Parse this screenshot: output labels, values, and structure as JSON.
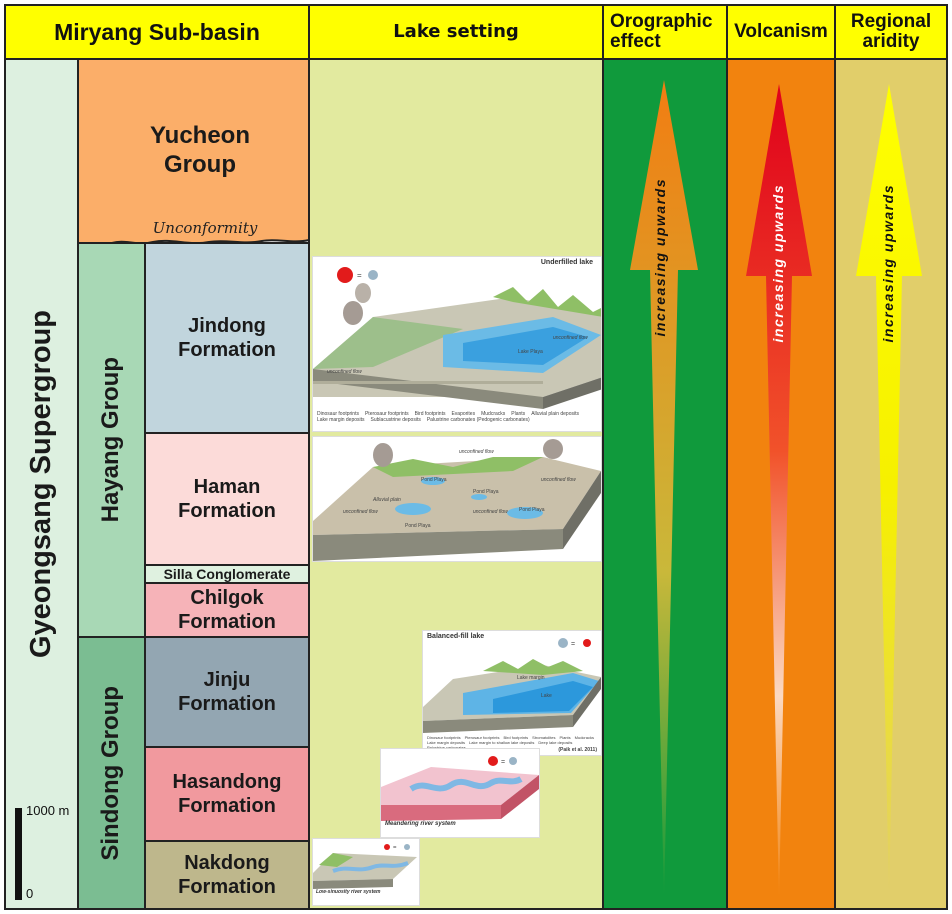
{
  "headers": {
    "basin": "Miryang Sub-basin",
    "lake": "Lake setting",
    "orographic": "Orographic effect",
    "volcanism": "Volcanism",
    "aridity": "Regional aridity"
  },
  "supergroup": "Gyeongsang Supergroup",
  "groups": {
    "yucheon": "Yucheon Group",
    "hayang": "Hayang Group",
    "sindong": "Sindong Group"
  },
  "unconformity": "Unconformity",
  "formations": {
    "jindong": "Jindong Formation",
    "haman": "Haman Formation",
    "silla": "Silla Conglomerate",
    "chilgok": "Chilgok Formation",
    "jinju": "Jinju Formation",
    "hasandong": "Hasandong Formation",
    "nakdong": "Nakdong Formation"
  },
  "scale": {
    "top": "1000 m",
    "bottom": "0"
  },
  "arrows": {
    "orographic": "increasing upwards",
    "volcanism": "increasing upwards",
    "aridity": "increasing upwards"
  },
  "panels": {
    "underfilled": {
      "title": "Underfilled lake",
      "labels": [
        "unconfined flow",
        "unconfined flow",
        "Lake Playa"
      ],
      "legend": [
        "Dinosaur footprints",
        "Pterosaur footprints",
        "Bird footprints",
        "Evaporites",
        "Mudcracks",
        "Plants",
        "Alluvial plain deposits",
        "Lake margin deposits",
        "Sublacustrine deposits",
        "Palustrine carbonates (Pedogenic carbonates)"
      ]
    },
    "haman": {
      "labels": [
        "unconfined flow",
        "unconfined flow",
        "Alluvial plain",
        "Pond Playa",
        "unconfined flow",
        "Pond Playa",
        "Pond Playa",
        "Pond Playa",
        "unconfined flow"
      ]
    },
    "balanced": {
      "title": "Balanced-fill lake",
      "labels": [
        "Lake margin",
        "Lake"
      ],
      "legend": [
        "Dinosaur footprints",
        "Pterosaur footprints",
        "Bird footprints",
        "Stromatolites",
        "Plants",
        "Mudcracks",
        "Lake margin deposits",
        "Lake margin to shallow lake deposits",
        "Deep lake deposits",
        "Palustrine carbonates"
      ],
      "cite": "(Paik et al. 2011)"
    },
    "meandering": {
      "caption": "Meandering river system"
    },
    "lowsinuosity": {
      "caption": "Low-sinuosity river system"
    }
  },
  "colors": {
    "header": "#ffff00",
    "supergroup": "#ddf0e0",
    "yucheon": "#fbae69",
    "hayang": "#a8d8b5",
    "sindong": "#7bbd92",
    "jindong": "#c1d5dd",
    "haman": "#fcdbd9",
    "silla": "#dff1e0",
    "chilgok": "#f6b3b8",
    "jinju": "#93a6b2",
    "hasandong": "#f1999e",
    "nakdong": "#beb78c",
    "lake": "#e2ea9f",
    "orographic": "#109a3c",
    "volcanism": "#f2830e",
    "aridity": "#e1ce6a"
  }
}
